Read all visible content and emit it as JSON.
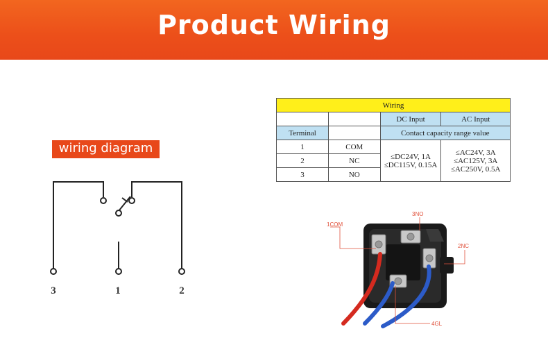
{
  "banner": {
    "title": "Product Wiring"
  },
  "diagram": {
    "tag_label": "wiring diagram",
    "terminal_numbers": [
      "3",
      "1",
      "2"
    ]
  },
  "table": {
    "title": "Wiring",
    "dc_header": "DC Input",
    "ac_header": "AC Input",
    "terminal_header": "Terminal",
    "capacity_header": "Contact capacity range value",
    "rows": [
      {
        "terminal": "1",
        "name": "COM"
      },
      {
        "terminal": "2",
        "name": "NC"
      },
      {
        "terminal": "3",
        "name": "NO"
      }
    ],
    "dc_values": [
      "≤DC24V, 1A",
      "≤DC115V, 0.15A"
    ],
    "ac_values": [
      "≤AC24V, 3A",
      "≤AC125V, 3A",
      "≤AC250V, 0.5A"
    ]
  },
  "photo": {
    "callouts": {
      "com": "1COM",
      "no": "3NO",
      "nc": "2NC",
      "gl": "4GL"
    },
    "colors": {
      "callout": "#e0503a",
      "red_wire": "#d42a1f",
      "blue_wire": "#2c5bc8",
      "body": "#1a1a1a"
    }
  }
}
